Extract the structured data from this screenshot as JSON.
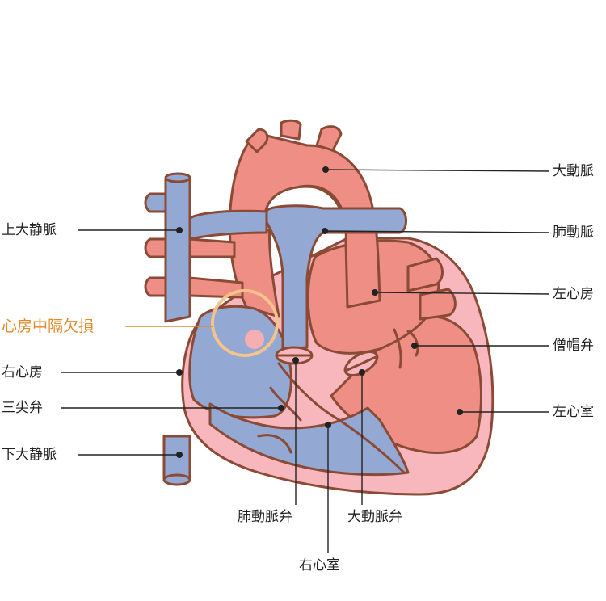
{
  "colors": {
    "outline": "#8a4a36",
    "artery_red": "#ee8e84",
    "artery_light": "#f6b0a6",
    "vein_blue": "#93a8d2",
    "muscle_pink": "#f7b7bd",
    "leader": "#222222",
    "highlight": "#e08a2a"
  },
  "labels": {
    "aorta": "大動脈",
    "pulmonary_artery": "肺動脈",
    "left_atrium": "左心房",
    "mitral_valve": "僧帽弁",
    "left_ventricle": "左心室",
    "superior_vena_cava": "上大静脈",
    "asd": "心房中隔欠損",
    "right_atrium": "右心房",
    "tricuspid_valve": "三尖弁",
    "inferior_vena_cava": "下大静脈",
    "pulmonary_valve": "肺動脈弁",
    "aortic_valve": "大動脈弁",
    "right_ventricle": "右心室"
  }
}
